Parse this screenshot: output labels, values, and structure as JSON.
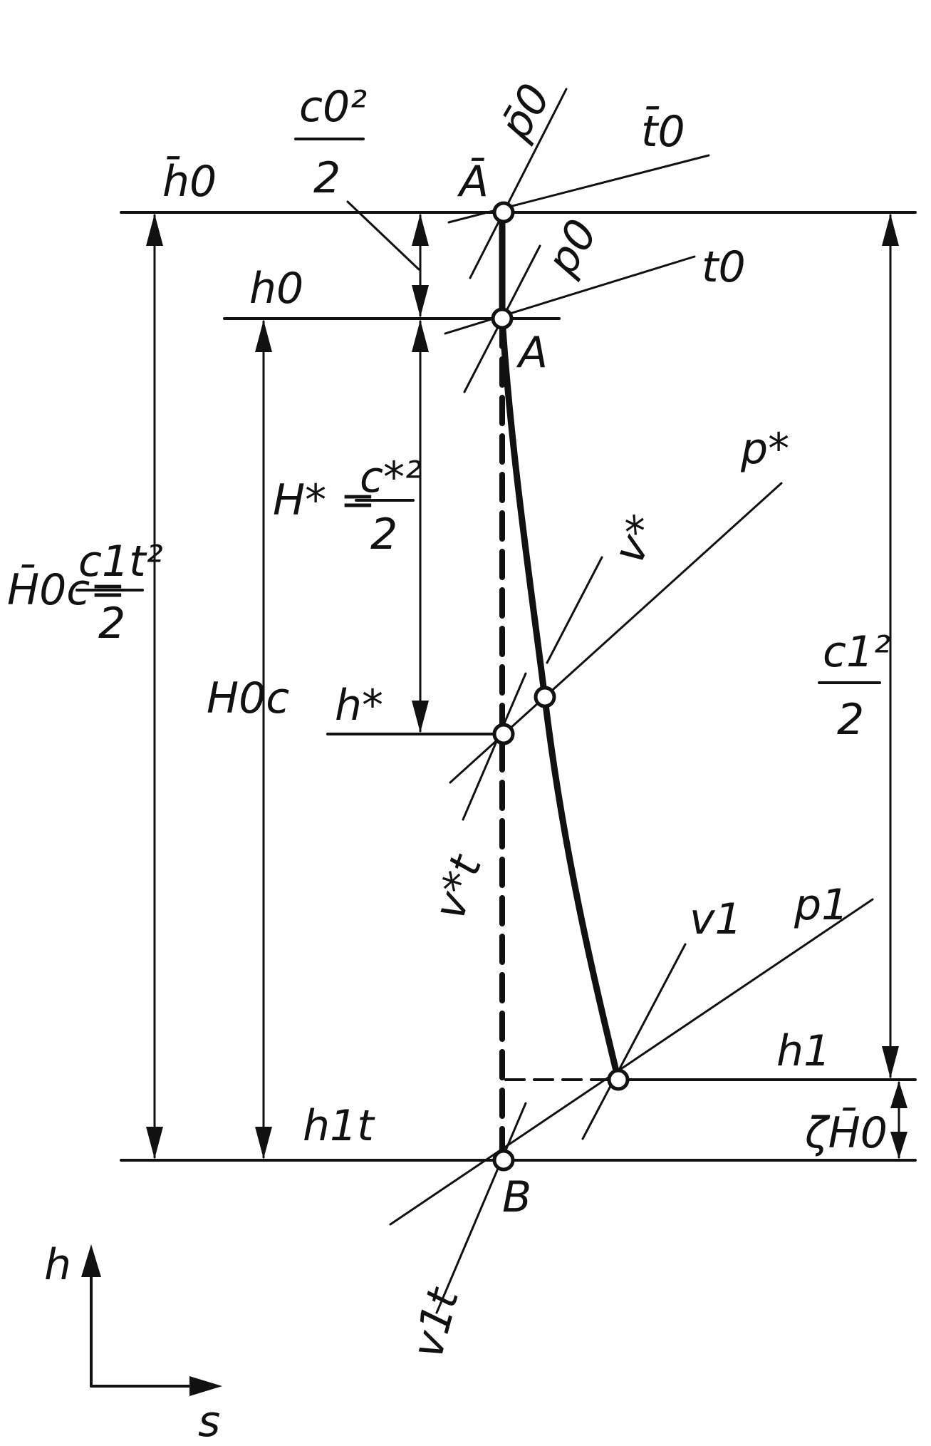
{
  "labels": {
    "h0_bar": "h̄0",
    "h0": "h0",
    "h_star": "h*",
    "h1": "h1",
    "h1t": "h1t",
    "p0_bar": "p̄0",
    "t0_bar": "t̄0",
    "A_bar": "Ā",
    "p0": "p0",
    "t0": "t0",
    "A": "A",
    "p_star": "p*",
    "v_star": "v*",
    "v_star_t": "v*t",
    "v1": "v1",
    "p1": "p1",
    "v1t": "v1t",
    "B": "B",
    "c0_num": "c0²",
    "c0_den": "2",
    "H_star_left": "H* =",
    "H_star_num": "c*²",
    "H_star_den": "2",
    "H0c": "H0c",
    "H0c_bar_left": "H̄0c=",
    "H0c_bar_num": "c1t²",
    "H0c_bar_den": "2",
    "c1_num": "c1²",
    "c1_den": "2",
    "zeta_H0": "ζH̄0",
    "axis_h": "h",
    "axis_s": "s"
  }
}
